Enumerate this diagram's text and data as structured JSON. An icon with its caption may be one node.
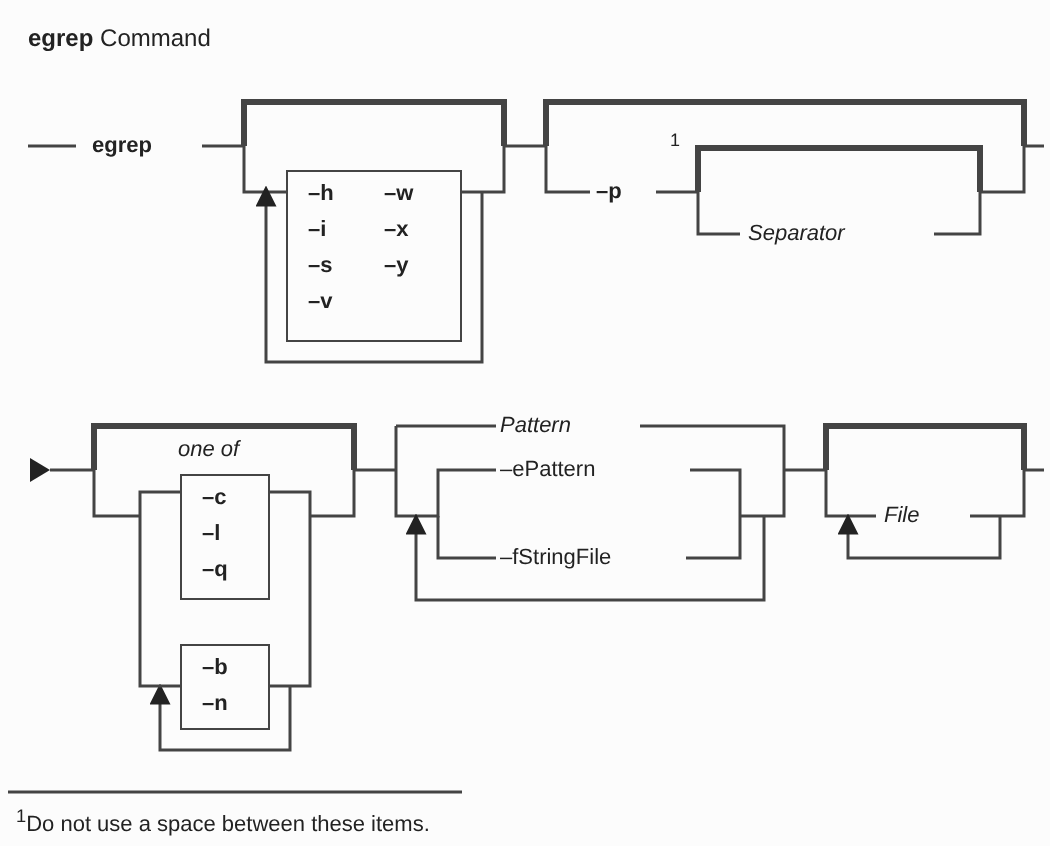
{
  "diagram": {
    "title": "**egrep** Command",
    "caption": "$^{1}$Do not use a space between these items.",
    "nodes": [
      {
        "text": [
          "–h",
          "–i",
          "–s",
          "–v",
          "–w",
          "–x",
          "–y"
        ]
      },
      {
        "text": [
          "–c",
          "–l",
          "–q"
        ]
      },
      {
        "text": [
          "–b",
          "–n"
        ]
      }
    ],
    "edges": [
      {
        "from": 1,
        "to": 2,
        "arrow": "none"
      }
    ],
    "labels": [
      "egrep",
      "–p",
      "1",
      "Separator",
      "one of",
      "Pattern",
      "–ePattern",
      "–fStringFile",
      "File"
    ]
  }
}
